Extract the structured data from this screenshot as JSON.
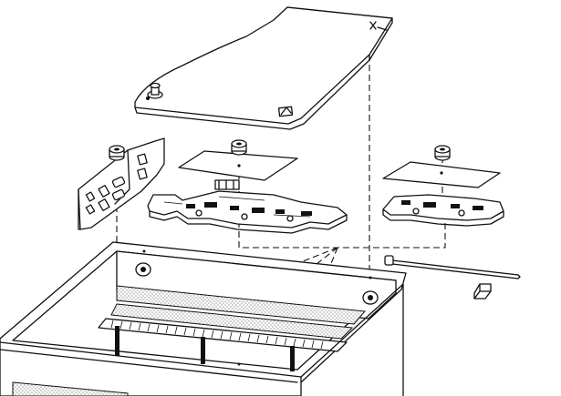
{
  "diagram": {
    "parts": [
      {
        "id": "cover",
        "label": ""
      },
      {
        "id": "front-bracket",
        "label": ""
      },
      {
        "id": "center-board",
        "label": ""
      },
      {
        "id": "right-board",
        "label": ""
      },
      {
        "id": "cable-tie",
        "label": ""
      },
      {
        "id": "clip",
        "label": ""
      },
      {
        "id": "enclosure-box",
        "label": ""
      }
    ],
    "colors": {
      "ink": "#111111",
      "paper": "#ffffff",
      "shade": "#d8d8d8"
    }
  }
}
